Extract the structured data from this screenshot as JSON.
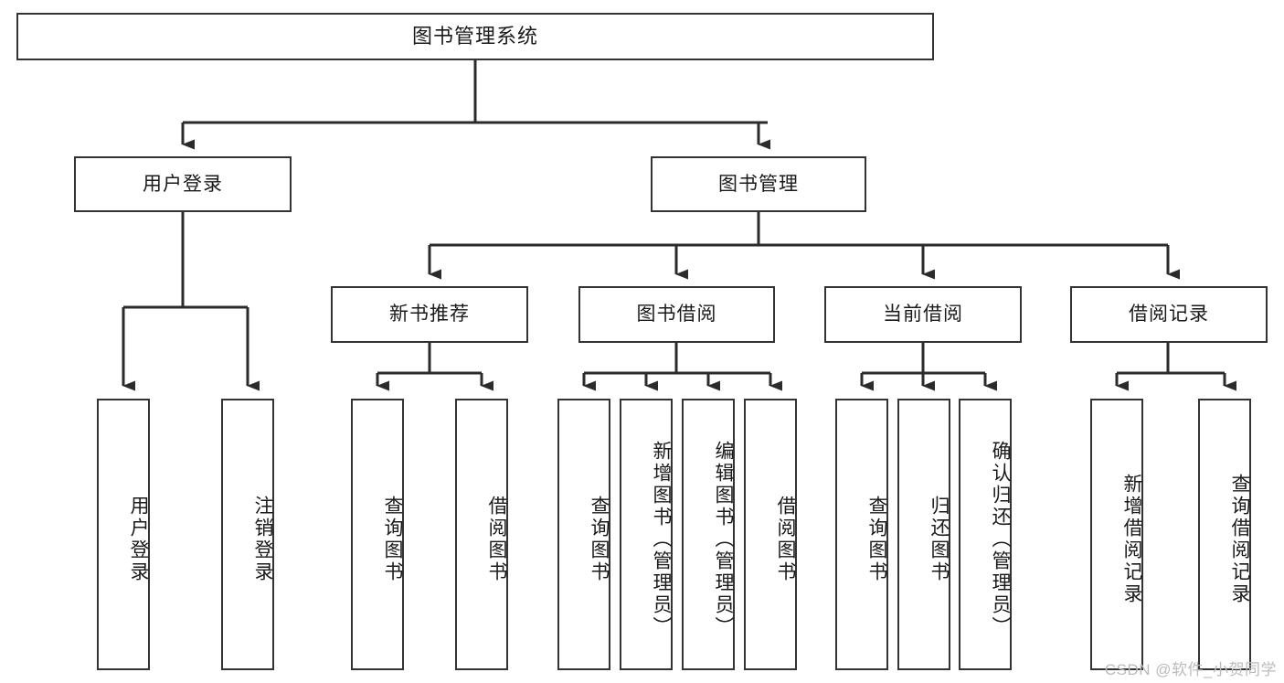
{
  "diagram": {
    "type": "tree-hierarchy",
    "title": "图书管理系统",
    "root": {
      "label": "图书管理系统"
    },
    "level1": [
      {
        "id": "user-login",
        "label": "用户登录"
      },
      {
        "id": "book-management",
        "label": "图书管理"
      }
    ],
    "level2": [
      {
        "id": "new-book-recommend",
        "label": "新书推荐",
        "parent": "book-management"
      },
      {
        "id": "book-borrow",
        "label": "图书借阅",
        "parent": "book-management"
      },
      {
        "id": "current-borrow",
        "label": "当前借阅",
        "parent": "book-management"
      },
      {
        "id": "borrow-record",
        "label": "借阅记录",
        "parent": "book-management"
      }
    ],
    "leaves": {
      "user-login": [
        {
          "id": "leaf-user-login",
          "label": "用户登录"
        },
        {
          "id": "leaf-logout",
          "label": "注销登录"
        }
      ],
      "new-book-recommend": [
        {
          "id": "leaf-query-book-1",
          "label": "查询图书"
        },
        {
          "id": "leaf-borrow-book-1",
          "label": "借阅图书"
        }
      ],
      "book-borrow": [
        {
          "id": "leaf-query-book-2",
          "label": "查询图书"
        },
        {
          "id": "leaf-add-book",
          "label": "新增图书（管理员）"
        },
        {
          "id": "leaf-edit-book",
          "label": "编辑图书（管理员）"
        },
        {
          "id": "leaf-borrow-book-2",
          "label": "借阅图书"
        }
      ],
      "current-borrow": [
        {
          "id": "leaf-query-book-3",
          "label": "查询图书"
        },
        {
          "id": "leaf-return-book",
          "label": "归还图书"
        },
        {
          "id": "leaf-confirm-return",
          "label": "确认归还（管理员）"
        }
      ],
      "borrow-record": [
        {
          "id": "leaf-add-record",
          "label": "新增借阅记录"
        },
        {
          "id": "leaf-query-record",
          "label": "查询借阅记录"
        }
      ]
    },
    "watermark": "CSDN @软件_小贺同学",
    "colors": {
      "border": "#333333",
      "background": "#ffffff",
      "text": "#1a1a1a",
      "watermark": "#bbbbbb"
    }
  }
}
